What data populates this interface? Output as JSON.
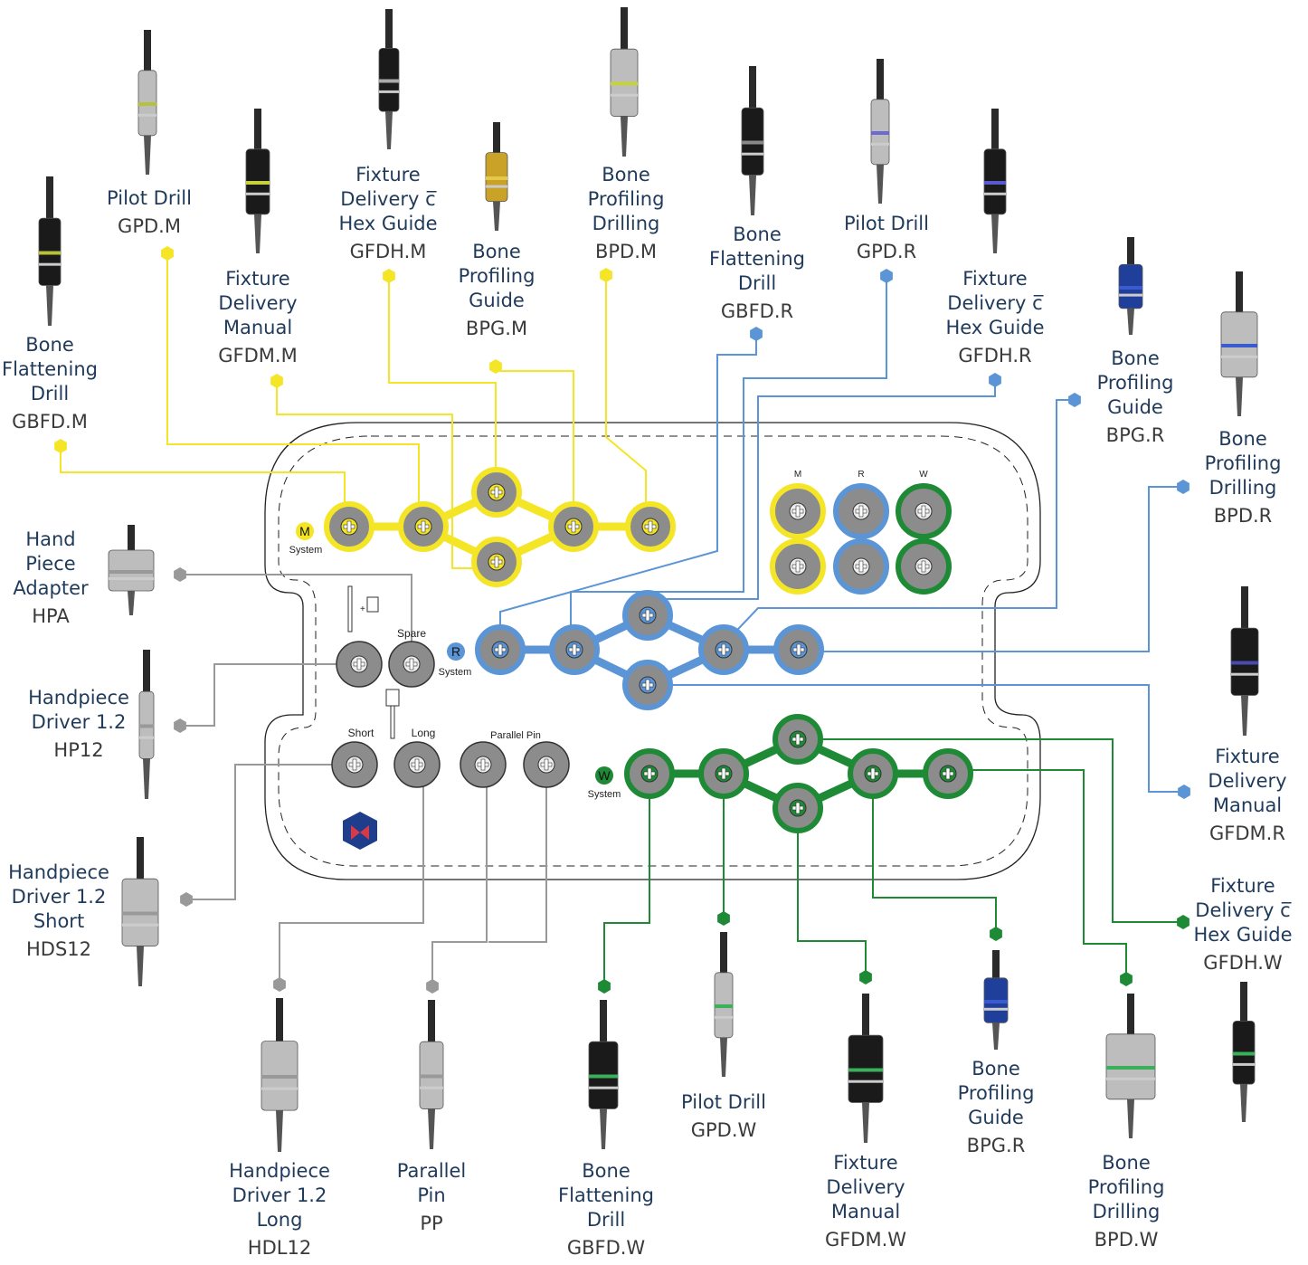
{
  "colors": {
    "m_system": "#f4e626",
    "r_system": "#5b95d6",
    "w_system": "#1e8a36",
    "neutral": "#999999",
    "socket": "#8c8c8c",
    "label": "#1f3a5a",
    "code": "#3a3a3a"
  },
  "tray": {
    "m_system": {
      "letter": "M",
      "caption": "System"
    },
    "r_system": {
      "letter": "R",
      "caption": "System"
    },
    "w_system": {
      "letter": "W",
      "caption": "System"
    },
    "spare_label": "Spare",
    "short_label": "Short",
    "long_label": "Long",
    "parallel_pin_label": "Parallel Pin",
    "stock_headers": [
      "M",
      "R",
      "W"
    ],
    "logo_icon": "nexus-logo-icon"
  },
  "labels": {
    "gbfd_m": {
      "name": [
        "Bone",
        "Flattening",
        "Drill"
      ],
      "code": "GBFD.M"
    },
    "gpd_m": {
      "name": [
        "Pilot Drill"
      ],
      "code": "GPD.M"
    },
    "gfdm_m": {
      "name": [
        "Fixture",
        "Delivery",
        "Manual"
      ],
      "code": "GFDM.M"
    },
    "gfdh_m": {
      "name": [
        "Fixture",
        "Delivery c̅",
        "Hex Guide"
      ],
      "code": "GFDH.M"
    },
    "bpg_m": {
      "name": [
        "Bone",
        "Profiling",
        "Guide"
      ],
      "code": "BPG.M"
    },
    "bpd_m": {
      "name": [
        "Bone",
        "Profiling",
        "Drilling"
      ],
      "code": "BPD.M"
    },
    "gbfd_r": {
      "name": [
        "Bone",
        "Flattening",
        "Drill"
      ],
      "code": "GBFD.R"
    },
    "gpd_r": {
      "name": [
        "Pilot Drill"
      ],
      "code": "GPD.R"
    },
    "gfdh_r": {
      "name": [
        "Fixture",
        "Delivery c̅",
        "Hex Guide"
      ],
      "code": "GFDH.R"
    },
    "bpg_r": {
      "name": [
        "Bone",
        "Profiling",
        "Guide"
      ],
      "code": "BPG.R"
    },
    "bpd_r": {
      "name": [
        "Bone",
        "Profiling",
        "Drilling"
      ],
      "code": "BPD.R"
    },
    "gfdm_r": {
      "name": [
        "Fixture",
        "Delivery",
        "Manual"
      ],
      "code": "GFDM.R"
    },
    "gfdh_w": {
      "name": [
        "Fixture",
        "Delivery c̅",
        "Hex Guide"
      ],
      "code": "GFDH.W"
    },
    "hpa": {
      "name": [
        "Hand",
        "Piece",
        "Adapter"
      ],
      "code": "HPA"
    },
    "hp12": {
      "name": [
        "Handpiece",
        "Driver 1.2"
      ],
      "code": "HP12"
    },
    "hds12": {
      "name": [
        "Handpiece",
        "Driver 1.2",
        "Short"
      ],
      "code": "HDS12"
    },
    "hdl12": {
      "name": [
        "Handpiece",
        "Driver 1.2",
        "Long"
      ],
      "code": "HDL12"
    },
    "pp": {
      "name": [
        "Parallel",
        "Pin"
      ],
      "code": "PP"
    },
    "gbfd_w": {
      "name": [
        "Bone",
        "Flattening",
        "Drill"
      ],
      "code": "GBFD.W"
    },
    "gpd_w": {
      "name": [
        "Pilot Drill"
      ],
      "code": "GPD.W"
    },
    "gfdm_w": {
      "name": [
        "Fixture",
        "Delivery",
        "Manual"
      ],
      "code": "GFDM.W"
    },
    "bpg_r2": {
      "name": [
        "Bone",
        "Profiling",
        "Guide"
      ],
      "code": "BPG.R"
    },
    "bpd_w": {
      "name": [
        "Bone",
        "Profiling",
        "Drilling"
      ],
      "code": "BPD.W"
    }
  }
}
